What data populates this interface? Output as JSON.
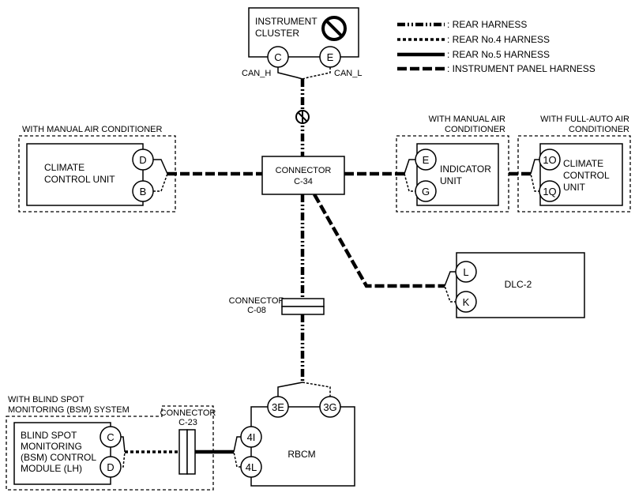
{
  "legend": {
    "rear_harness": ": REAR HARNESS",
    "rear_no4_harness": ": REAR No.4 HARNESS",
    "rear_no5_harness": ": REAR No.5 HARNESS",
    "instrument_panel_harness": ": INSTRUMENT PANEL HARNESS"
  },
  "instrument_cluster": {
    "label_line1": "INSTRUMENT",
    "label_line2": "CLUSTER",
    "pin_c": "C",
    "pin_e": "E",
    "can_h": "CAN_H",
    "can_l": "CAN_L"
  },
  "manual_ac_group": {
    "group_label": "WITH MANUAL AIR CONDITIONER",
    "unit_line1": "CLIMATE",
    "unit_line2": "CONTROL UNIT",
    "pin_d": "D",
    "pin_b": "B"
  },
  "connector_c34": {
    "line1": "CONNECTOR",
    "line2": "C-34"
  },
  "indicator_group": {
    "group_line1": "WITH MANUAL AIR",
    "group_line2": "CONDITIONER",
    "unit_line1": "INDICATOR",
    "unit_line2": "UNIT",
    "pin_e": "E",
    "pin_g": "G"
  },
  "full_auto_group": {
    "group_line1": "WITH FULL-AUTO AIR",
    "group_line2": "CONDITIONER",
    "unit_line1": "CLIMATE",
    "unit_line2": "CONTROL",
    "unit_line3": "UNIT",
    "pin_1o": "1O",
    "pin_1q": "1Q"
  },
  "dlc2": {
    "label": "DLC-2",
    "pin_l": "L",
    "pin_k": "K"
  },
  "connector_c08": {
    "line1": "CONNECTOR",
    "line2": "C-08"
  },
  "bsm_group": {
    "group_line1": "WITH BLIND SPOT",
    "group_line2": "MONITORING (BSM) SYSTEM",
    "unit_line1": "BLIND SPOT",
    "unit_line2": "MONITORING",
    "unit_line3": "(BSM) CONTROL",
    "unit_line4": "MODULE (LH)",
    "pin_c": "C",
    "pin_d": "D"
  },
  "connector_c23": {
    "line1": "CONNECTOR",
    "line2": "C-23"
  },
  "rbcm": {
    "label": "RBCM",
    "pin_3e": "3E",
    "pin_3g": "3G",
    "pin_4i": "4I",
    "pin_4l": "4L"
  }
}
